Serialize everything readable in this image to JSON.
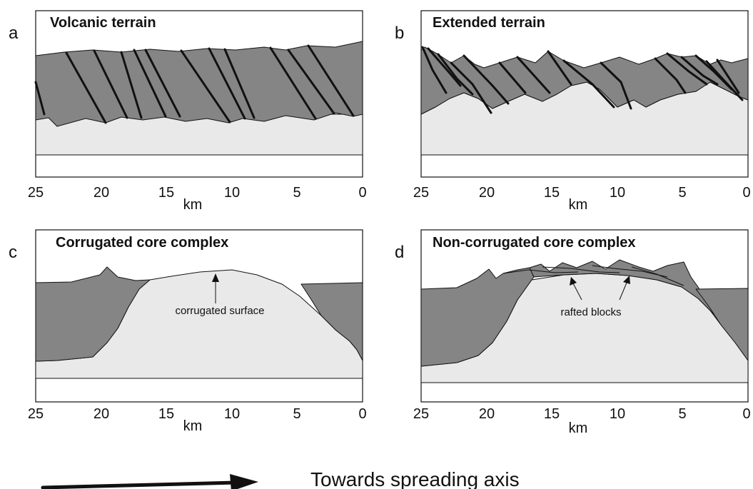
{
  "panels": [
    {
      "letter": "a",
      "title": "Volcanic terrain"
    },
    {
      "letter": "b",
      "title": "Extended terrain"
    },
    {
      "letter": "c",
      "title": "Corrugated core complex"
    },
    {
      "letter": "d",
      "title": "Non-corrugated core complex"
    }
  ],
  "axis": {
    "ticks": [
      "25",
      "20",
      "15",
      "10",
      "5",
      "0"
    ],
    "unit": "km"
  },
  "annotations": {
    "corrugated_surface": "corrugated surface",
    "rafted_blocks": "rafted blocks"
  },
  "caption": "Towards  spreading axis",
  "colors": {
    "upper_crust": "#858585",
    "lower_surface": "#e9e9e9",
    "line": "#111111"
  }
}
